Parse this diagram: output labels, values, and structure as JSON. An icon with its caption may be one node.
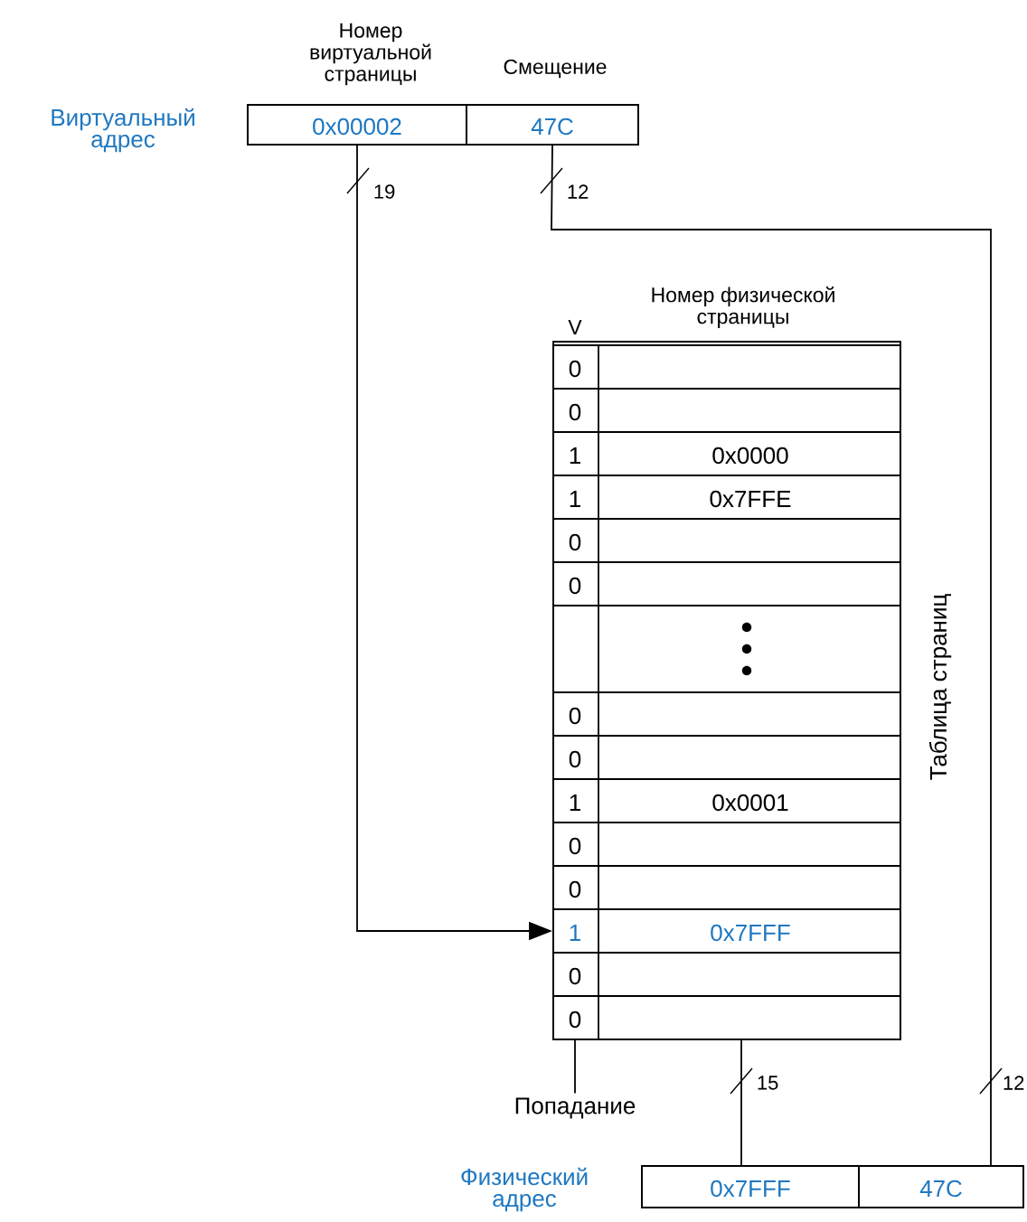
{
  "diagram": {
    "nodes": [
      {
        "text": [
          "Виртуальный адрес"
        ]
      },
      {
        "text": [
          "Номер виртуальной страницы",
          "0x00002"
        ],
        "in": 0
      },
      {
        "text": [
          "Смещение",
          "47C"
        ],
        "in": 0
      },
      {
        "text": [
          "V",
          "Номер физической страницы"
        ],
        "beside": [
          "Таблица страниц"
        ]
      },
      {
        "text": [
          "0"
        ],
        "in": 3
      },
      {
        "text": [
          "0"
        ],
        "in": 3
      },
      {
        "text": [
          "1",
          "0x0000"
        ],
        "in": 3
      },
      {
        "text": [
          "1",
          "0x7FFE"
        ],
        "in": 3
      },
      {
        "text": [
          "0"
        ],
        "in": 3
      },
      {
        "text": [
          "0"
        ],
        "in": 3
      },
      {
        "text": [],
        "shape": "box",
        "in": 3
      },
      {
        "text": [
          "0"
        ],
        "in": 3
      },
      {
        "text": [
          "0"
        ],
        "in": 3
      },
      {
        "text": [
          "1",
          "0x0001"
        ],
        "in": 3
      },
      {
        "text": [
          "0"
        ],
        "in": 3
      },
      {
        "text": [
          "0"
        ],
        "in": 3
      },
      {
        "text": [
          "1",
          "0x7FFF"
        ],
        "in": 3
      },
      {
        "text": [
          "0"
        ],
        "in": 3
      },
      {
        "text": [
          "0"
        ],
        "in": 3
      },
      {
        "text": [
          "Попадание"
        ]
      },
      {
        "text": [
          "Физический адрес"
        ]
      },
      {
        "text": [
          "0x7FFF"
        ],
        "in": 20
      },
      {
        "text": [
          "47C"
        ],
        "in": 20
      }
    ],
    "edges": [
      {
        "from": 1,
        "to": 16,
        "arrow": "to",
        "label": "19"
      },
      {
        "from": 2,
        "to": 22,
        "arrow": "none",
        "label": "12"
      },
      {
        "from": 3,
        "to": 21,
        "arrow": "none",
        "label": "15"
      },
      {
        "from": 18,
        "to": 19,
        "arrow": "none"
      }
    ],
    "labels": [
      "12"
    ]
  }
}
